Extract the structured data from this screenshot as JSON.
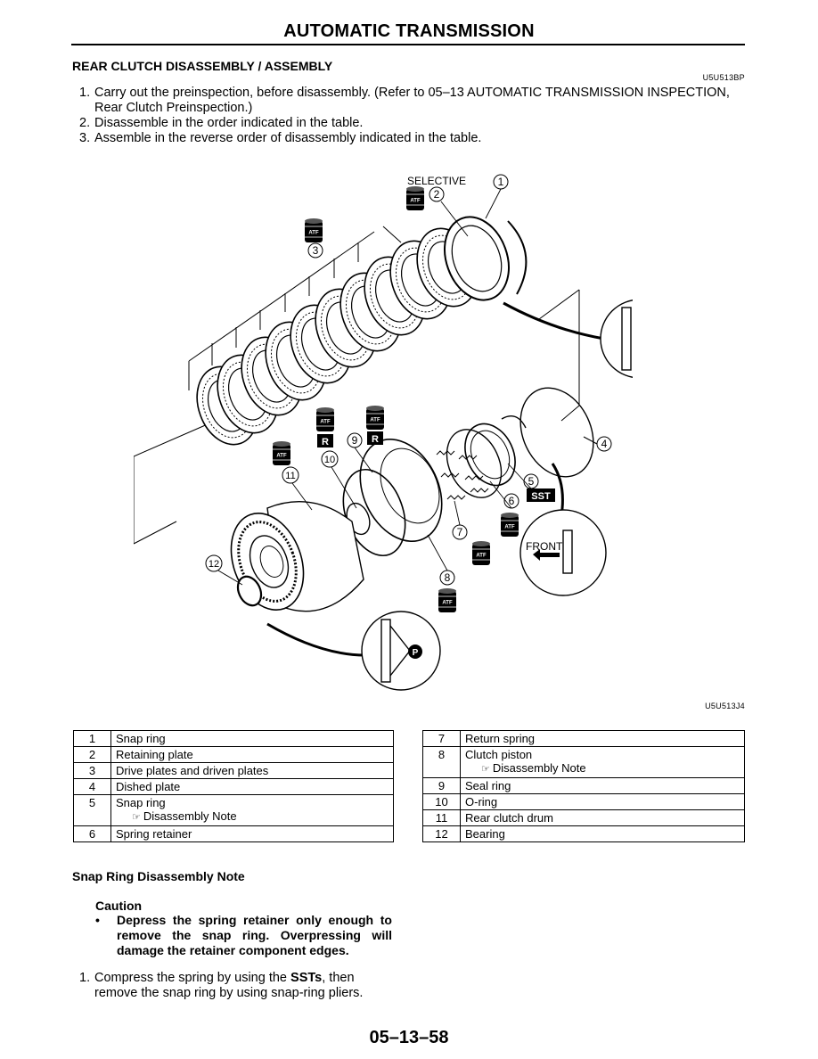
{
  "header": {
    "title": "AUTOMATIC TRANSMISSION"
  },
  "section": {
    "title": "REAR CLUTCH DISASSEMBLY / ASSEMBLY",
    "code": "U5U513BP"
  },
  "steps": [
    {
      "num": "1.",
      "text": "Carry out the preinspection, before disassembly. (Refer to 05–13 AUTOMATIC TRANSMISSION INSPECTION, Rear Clutch Preinspection.)"
    },
    {
      "num": "2.",
      "text": "Disassemble in the order indicated in the table."
    },
    {
      "num": "3.",
      "text": "Assemble in the reverse order of disassembly indicated in the table."
    }
  ],
  "figure": {
    "code": "U5U513J4",
    "labels": {
      "selective": "SELECTIVE",
      "front": "FRONT",
      "sst": "SST",
      "atf": "ATF",
      "r": "R",
      "p": "P",
      "n1": "1",
      "n2": "2",
      "n3": "3",
      "n4": "4",
      "n5": "5",
      "n6": "6",
      "n7": "7",
      "n8": "8",
      "n9": "9",
      "n10": "10",
      "n11": "11",
      "n12": "12"
    }
  },
  "table_left": [
    {
      "num": "1",
      "name": "Snap ring",
      "note": ""
    },
    {
      "num": "2",
      "name": "Retaining plate",
      "note": ""
    },
    {
      "num": "3",
      "name": "Drive plates and driven plates",
      "note": ""
    },
    {
      "num": "4",
      "name": "Dished plate",
      "note": ""
    },
    {
      "num": "5",
      "name": "Snap ring",
      "note": "Disassembly Note"
    },
    {
      "num": "6",
      "name": "Spring retainer",
      "note": ""
    }
  ],
  "table_right": [
    {
      "num": "7",
      "name": "Return spring",
      "note": ""
    },
    {
      "num": "8",
      "name": "Clutch piston",
      "note": "Disassembly Note"
    },
    {
      "num": "9",
      "name": "Seal ring",
      "note": ""
    },
    {
      "num": "10",
      "name": "O-ring",
      "note": ""
    },
    {
      "num": "11",
      "name": "Rear clutch drum",
      "note": ""
    },
    {
      "num": "12",
      "name": "Bearing",
      "note": ""
    }
  ],
  "note_section": {
    "title": "Snap Ring Disassembly Note",
    "caution_title": "Caution",
    "caution_text": "Depress the spring retainer only enough to remove the snap ring. Overpressing will damage the retainer component edges.",
    "procedure_num": "1.",
    "procedure_pre": "Compress the spring by using the ",
    "procedure_bold": "SSTs",
    "procedure_post": ", then remove the snap ring by using snap-ring pliers."
  },
  "footer": {
    "page_number": "05–13–58"
  }
}
